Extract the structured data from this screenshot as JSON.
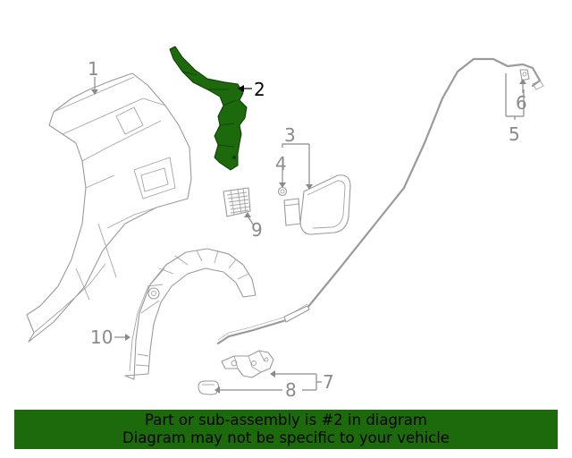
{
  "colors": {
    "highlight_part": "#1d6a0c",
    "banner_bg": "#1d6a0c",
    "line_gray": "#9a9a9a",
    "label_gray": "#8a8a8a"
  },
  "callouts": [
    {
      "id": "1",
      "text": "1",
      "part": "quarter-panel"
    },
    {
      "id": "2",
      "text": "2",
      "part": "bracket",
      "highlighted": true
    },
    {
      "id": "3",
      "text": "3",
      "part": "fuel-door"
    },
    {
      "id": "4",
      "text": "4",
      "part": "door-grommet"
    },
    {
      "id": "5",
      "text": "5",
      "part": "release-cable"
    },
    {
      "id": "6",
      "text": "6",
      "part": "cable-clip"
    },
    {
      "id": "7",
      "text": "7",
      "part": "door-hinge"
    },
    {
      "id": "8",
      "text": "8",
      "part": "hinge-bumper"
    },
    {
      "id": "9",
      "text": "9",
      "part": "vent-grille"
    },
    {
      "id": "10",
      "text": "10",
      "part": "wheel-liner"
    }
  ],
  "banner": {
    "line1": "Part or sub-assembly is #2 in diagram",
    "line2": "Diagram may not be specific to your vehicle"
  }
}
